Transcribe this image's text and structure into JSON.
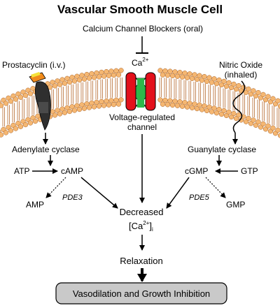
{
  "title": "Vascular Smooth Muscle Cell",
  "drug_calcium_blockers": "Calcium Channel Blockers (oral)",
  "drug_prostacyclin": "Prostacyclin (i.v.)",
  "drug_nitric_oxide_line1": "Nitric Oxide",
  "drug_nitric_oxide_line2": "(inhaled)",
  "calcium_ion": "Ca",
  "calcium_charge": "2+",
  "channel_label_line1": "Voltage-regulated",
  "channel_label_line2": "channel",
  "adenylate_cyclase": "Adenylate cyclase",
  "guanylate_cyclase": "Guanylate cyclase",
  "atp": "ATP",
  "camp": "cAMP",
  "amp": "AMP",
  "pde3": "PDE3",
  "gtp": "GTP",
  "cgmp": "cGMP",
  "gmp": "GMP",
  "pde5": "PDE5",
  "decreased": "Decreased",
  "ca_intracellular_open": "[Ca",
  "ca_intracellular_charge": "2+",
  "ca_intracellular_close": "]",
  "ca_intracellular_sub": "i",
  "relaxation": "Relaxation",
  "outcome": "Vasodilation and Growth Inhibition",
  "colors": {
    "lipid_head": "#f5b772",
    "lipid_head_stroke": "#a8632a",
    "lipid_tail": "#b5692e",
    "channel_red": "#e3101b",
    "channel_green": "#2db84a",
    "receptor_dark": "#2f2f2f",
    "receptor_orange": "#f08a1c",
    "receptor_yellow": "#f5e23a",
    "outcome_box": "#c9c9c9"
  }
}
